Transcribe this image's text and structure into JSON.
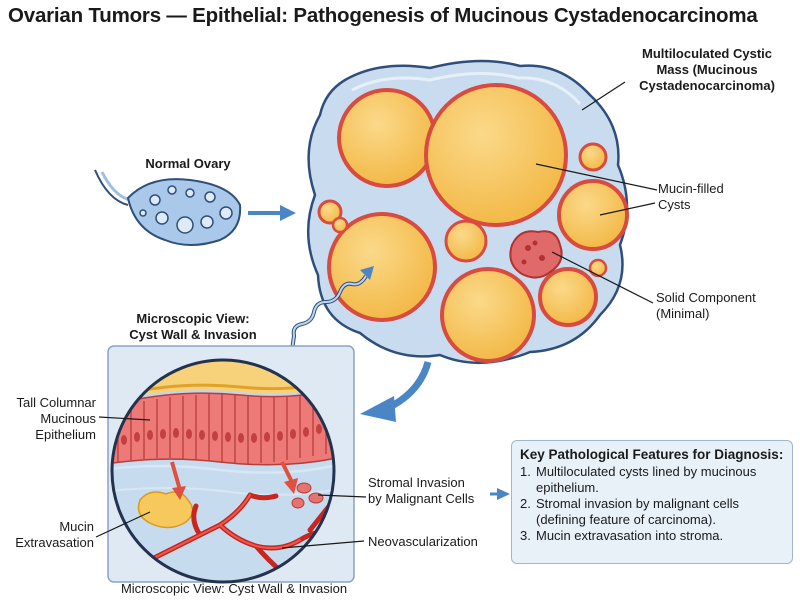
{
  "title": "Ovarian Tumors — Epithelial: Pathogenesis of Mucinous Cystadenocarcinoma",
  "labels": {
    "normal_ovary": "Normal Ovary",
    "mass_line1": "Multiloculated Cystic",
    "mass_line2": "Mass (Mucinous",
    "mass_line3": "Cystadenocarcinoma)",
    "mucin_cysts_line1": "Mucin-filled",
    "mucin_cysts_line2": "Cysts",
    "solid_line1": "Solid Component",
    "solid_line2": "(Minimal)",
    "micro_header_line1": "Microscopic View:",
    "micro_header_line2": "Cyst Wall & Invasion",
    "columnar_line1": "Tall Columnar",
    "columnar_line2": "Mucinous",
    "columnar_line3": "Epithelium",
    "mucin_ext_line1": "Mucin",
    "mucin_ext_line2": "Extravasation",
    "stromal_line1": "Stromal Invasion",
    "stromal_line2": "by Malignant Cells",
    "neovasc": "Neovascularization",
    "micro_caption": "Microscopic View: Cyst Wall & Invasion"
  },
  "key_features": {
    "title": "Key Pathological Features for Diagnosis:",
    "items": [
      {
        "num": "1.",
        "text": "Multiloculated cysts lined by mucinous epithelium."
      },
      {
        "num": "2.",
        "text": "Stromal invasion by malignant cells (defining feature of carcinoma)."
      },
      {
        "num": "3.",
        "text": "Mucin extravasation into stroma."
      }
    ]
  },
  "colors": {
    "stroma": "#c9dcef",
    "stroma_outline": "#2f4f7a",
    "cyst_fill": "#f7c25a",
    "cyst_wall": "#d94b3f",
    "solid": "#e06a6a",
    "epithelium": "#e86b6b",
    "mucin_layer": "#f2c14e",
    "vessel": "#c8261e",
    "arrow": "#4a86c5"
  }
}
